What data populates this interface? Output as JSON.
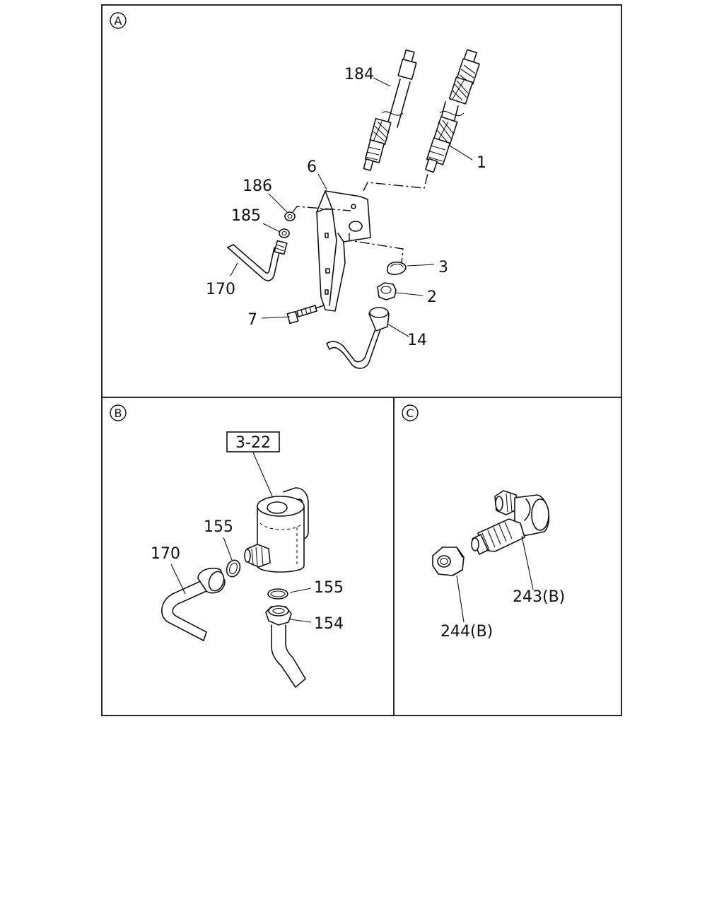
{
  "panels": {
    "a": {
      "marker": "A"
    },
    "b": {
      "marker": "B",
      "ref_box": "3-22"
    },
    "c": {
      "marker": "C"
    }
  },
  "labels": {
    "p184": "184",
    "p1": "1",
    "p6": "6",
    "p186": "186",
    "p185": "185",
    "p170a": "170",
    "p3": "3",
    "p2": "2",
    "p7": "7",
    "p14": "14",
    "p155a": "155",
    "p170b": "170",
    "p155b": "155",
    "p154": "154",
    "p243": "243(B)",
    "p244": "244(B)"
  }
}
